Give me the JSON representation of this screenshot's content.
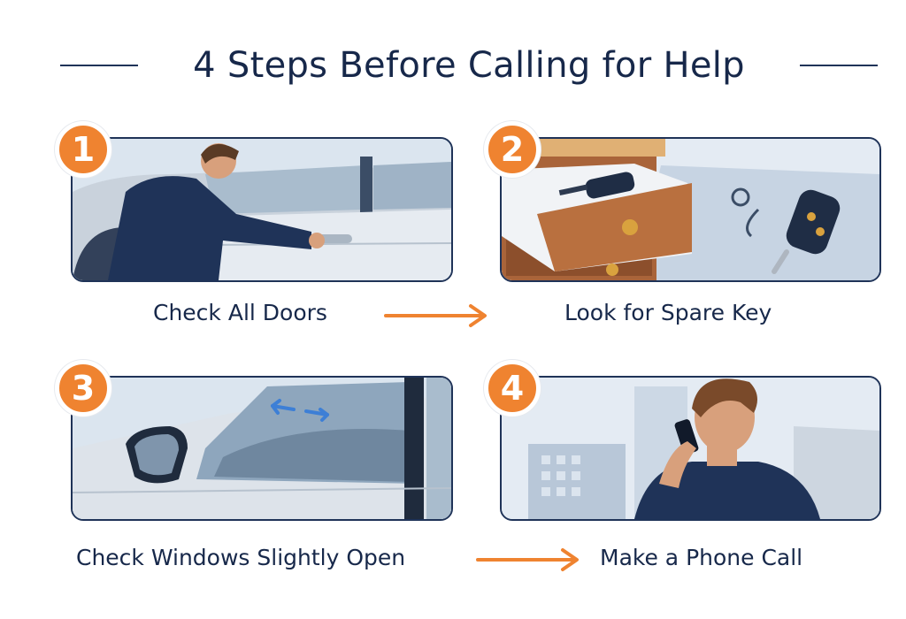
{
  "title": "4 Steps Before Calling for Help",
  "colors": {
    "accent": "#ef8330",
    "navy": "#1f3358",
    "text": "#17284a"
  },
  "steps": [
    {
      "number": "1",
      "label": "Check All Doors",
      "icon": "car-door-icon"
    },
    {
      "number": "2",
      "label": "Look for Spare Key",
      "icon": "spare-key-icon"
    },
    {
      "number": "3",
      "label": "Check Windows Slightly Open",
      "icon": "car-window-icon"
    },
    {
      "number": "4",
      "label": "Make a Phone Call",
      "icon": "phone-call-icon"
    }
  ]
}
